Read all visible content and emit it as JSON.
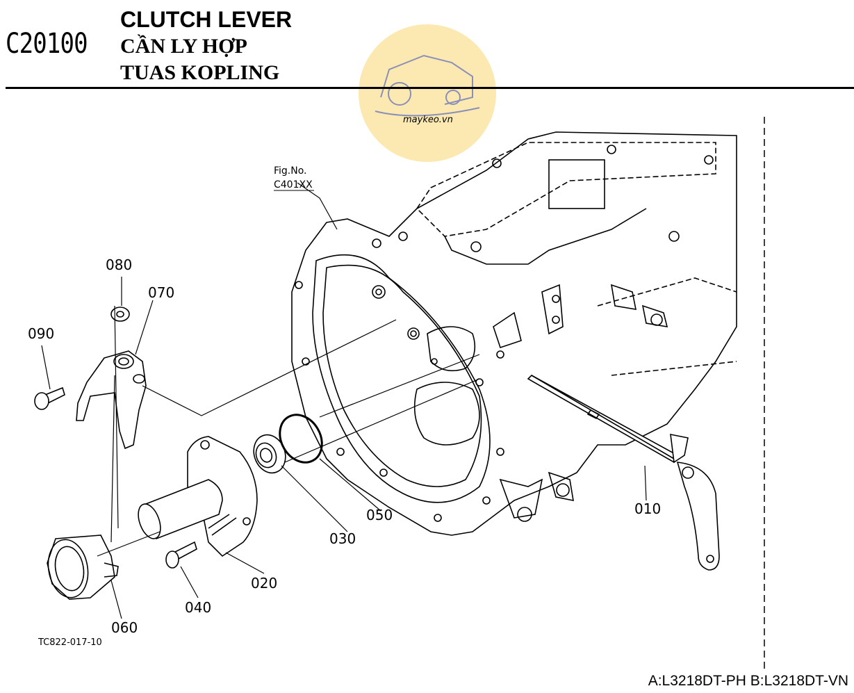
{
  "header": {
    "code": "C20100",
    "title_en": "CLUTCH LEVER",
    "title_vi": "CẦN LY HỢP",
    "title_id": "TUAS KOPLING"
  },
  "watermark": {
    "text": "maykeo.vn",
    "icon": "tractor-icon",
    "color": "#fbe7a8"
  },
  "figure_ref": {
    "line1": "Fig.No.",
    "line2": "C401XX"
  },
  "parts": [
    {
      "id": "010"
    },
    {
      "id": "020"
    },
    {
      "id": "030"
    },
    {
      "id": "040"
    },
    {
      "id": "050"
    },
    {
      "id": "060"
    },
    {
      "id": "070"
    },
    {
      "id": "080"
    },
    {
      "id": "090"
    }
  ],
  "drawing_code": "TC822-017-10",
  "footer": "A:L3218DT-PH B:L3218DT-VN"
}
